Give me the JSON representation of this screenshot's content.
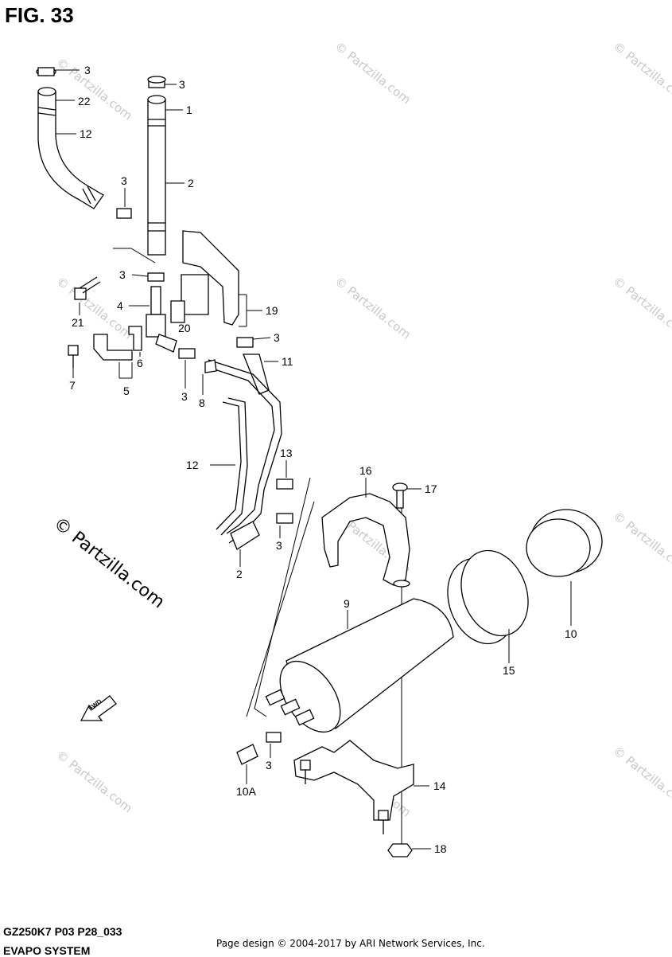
{
  "figure_title": "FIG. 33",
  "footer": {
    "model_code": "GZ250K7 P03 P28_033",
    "section_title": "EVAPO SYSTEM",
    "copyright": "Page design © 2004-2017 by ARI Network Services, Inc."
  },
  "watermark": {
    "small": "© Partzilla.com",
    "large": "© Partzilla.com"
  },
  "fwd_label": "FWD",
  "callouts": [
    {
      "id": "c1",
      "text": "3"
    },
    {
      "id": "c2",
      "text": "22"
    },
    {
      "id": "c3",
      "text": "12"
    },
    {
      "id": "c4",
      "text": "3"
    },
    {
      "id": "c5",
      "text": "1"
    },
    {
      "id": "c6",
      "text": "2"
    },
    {
      "id": "c7",
      "text": "3"
    },
    {
      "id": "c8",
      "text": "3"
    },
    {
      "id": "c9",
      "text": "21"
    },
    {
      "id": "c10",
      "text": "4"
    },
    {
      "id": "c11",
      "text": "19"
    },
    {
      "id": "c12",
      "text": "20"
    },
    {
      "id": "c13",
      "text": "3"
    },
    {
      "id": "c14",
      "text": "11"
    },
    {
      "id": "c15",
      "text": "6"
    },
    {
      "id": "c16",
      "text": "7"
    },
    {
      "id": "c17",
      "text": "5"
    },
    {
      "id": "c18",
      "text": "3"
    },
    {
      "id": "c19",
      "text": "8"
    },
    {
      "id": "c20",
      "text": "13"
    },
    {
      "id": "c21",
      "text": "12"
    },
    {
      "id": "c22",
      "text": "16"
    },
    {
      "id": "c23",
      "text": "17"
    },
    {
      "id": "c24",
      "text": "3"
    },
    {
      "id": "c25",
      "text": "2"
    },
    {
      "id": "c26",
      "text": "9"
    },
    {
      "id": "c27",
      "text": "10"
    },
    {
      "id": "c28",
      "text": "15"
    },
    {
      "id": "c29",
      "text": "3"
    },
    {
      "id": "c30",
      "text": "10A"
    },
    {
      "id": "c31",
      "text": "14"
    },
    {
      "id": "c32",
      "text": "18"
    }
  ]
}
